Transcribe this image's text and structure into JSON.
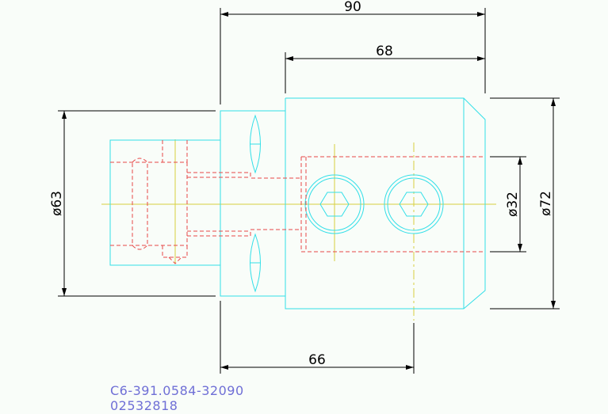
{
  "drawing": {
    "dimensions": {
      "overall_length": "90",
      "body_length": "68",
      "bottom_length": "66",
      "shank_diameter": "ø63",
      "bore_diameter": "ø32",
      "body_diameter": "ø72"
    },
    "caption": {
      "part_number": "C6-391.0584-32090",
      "item_code": "02532818"
    }
  },
  "colors": {
    "outline": "#33dfe8",
    "hidden": "#e84848",
    "center": "#d8d040",
    "dimension": "#000000",
    "caption": "#6f6fd6",
    "background": "#f9fdf9"
  }
}
